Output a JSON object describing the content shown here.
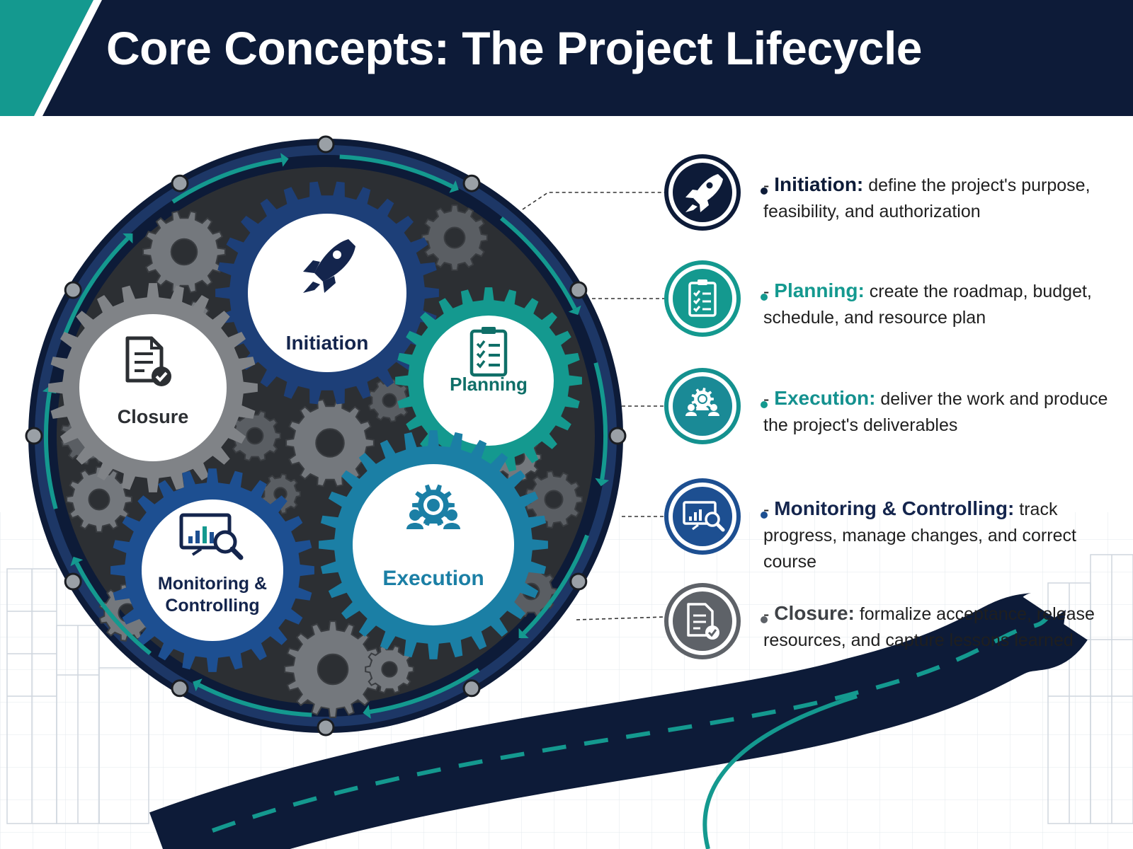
{
  "title": "Core Concepts: The Project Lifecycle",
  "colors": {
    "navy": "#0d1b38",
    "teal": "#14998f",
    "blue": "#1d4f91",
    "cyan": "#1b7fa5",
    "gray": "#5e6268"
  },
  "wheel": {
    "initiation_label": "Initiation",
    "planning_label": "Planning",
    "execution_label": "Execution",
    "monitoring_label_line1": "Monitoring &",
    "monitoring_label_line2": "Controlling",
    "closure_label": "Closure"
  },
  "stages": [
    {
      "name": "Initiation:",
      "desc": "define the project's purpose, feasibility, and authorization",
      "icon": "rocket-icon"
    },
    {
      "name": "Planning:",
      "desc": "create the roadmap, budget, schedule, and resource plan",
      "icon": "clipboard-checklist-icon"
    },
    {
      "name": "Execution:",
      "desc": "deliver the work and produce the project's deliverables",
      "icon": "gear-team-icon"
    },
    {
      "name": "Monitoring & Controlling:",
      "desc": "track progress, manage changes, and correct course",
      "icon": "monitor-analytics-icon"
    },
    {
      "name": "Closure:",
      "desc": "formalize acceptance, release resources, and capture lessons learned",
      "icon": "document-check-icon"
    }
  ]
}
